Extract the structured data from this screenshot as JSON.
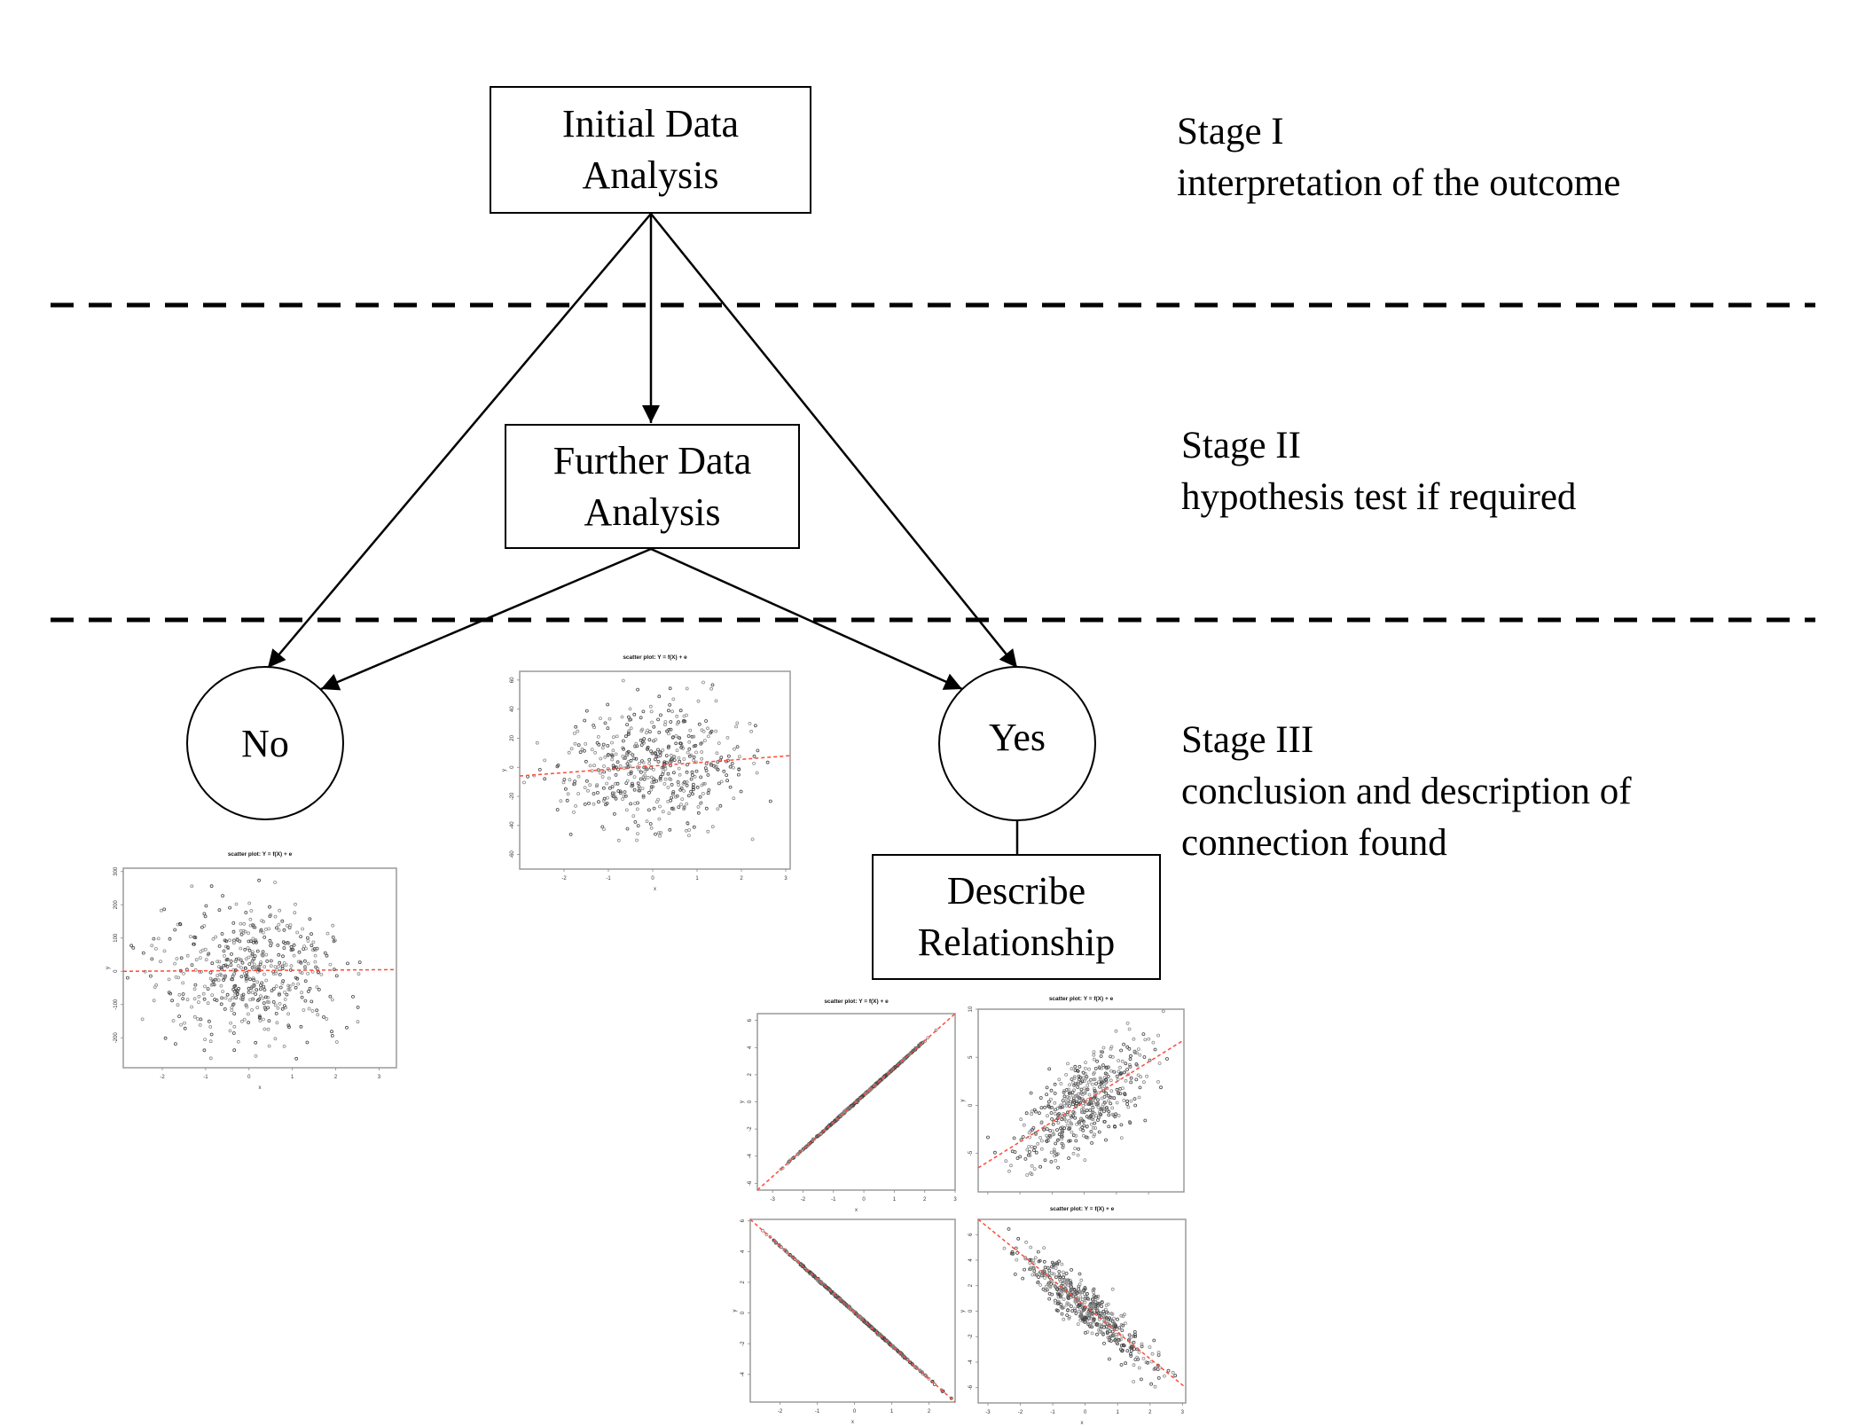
{
  "nodes": {
    "initial": [
      "Initial Data",
      "Analysis"
    ],
    "further": [
      "Further Data",
      "Analysis"
    ],
    "no": "No",
    "yes": "Yes",
    "describe": [
      "Describe",
      "Relationship"
    ]
  },
  "stages": [
    {
      "title": "Stage I",
      "lines": [
        "interpretation of the outcome"
      ]
    },
    {
      "title": "Stage II",
      "lines": [
        "hypothesis test if required"
      ]
    },
    {
      "title": "Stage III",
      "lines": [
        "conclusion and description of",
        "connection found"
      ]
    }
  ],
  "colors": {
    "line": "#000000",
    "trend": "#ff4a3a",
    "points": "#555555"
  },
  "chart_data": [
    {
      "type": "scatter",
      "title": "scatter plot: Y = f(X) + e",
      "xlabel": "x",
      "ylabel": "y",
      "xlim": [
        -3,
        3.1
      ],
      "ylim": [
        -70,
        66
      ],
      "xticks": [
        "-2",
        "-1",
        "0",
        "1",
        "2",
        "3"
      ],
      "yticks": [
        "-60",
        "-40",
        "-20",
        "0",
        "20",
        "40",
        "60"
      ],
      "trend": [
        [
          -3,
          -6
        ],
        [
          3.1,
          8
        ]
      ],
      "noise_sd": 22,
      "n": 500
    },
    {
      "type": "scatter",
      "title": "scatter plot: Y = f(X) + e",
      "xlabel": "x",
      "ylabel": "y",
      "xlim": [
        -2.9,
        3.4
      ],
      "ylim": [
        -290,
        310
      ],
      "xticks": [
        "-2",
        "-1",
        "0",
        "1",
        "2",
        "3"
      ],
      "yticks": [
        "-200",
        "-100",
        "0",
        "100",
        "200",
        "300"
      ],
      "trend": [
        [
          -2.9,
          0
        ],
        [
          3.4,
          5
        ]
      ],
      "noise_sd": 100,
      "n": 500
    },
    {
      "type": "scatter",
      "title": "scatter plot: Y = f(X) + e",
      "xlabel": "x",
      "ylabel": "y",
      "xlim": [
        -3.5,
        3
      ],
      "ylim": [
        -6.5,
        6.5
      ],
      "xticks": [
        "-3",
        "-2",
        "-1",
        "0",
        "1",
        "2",
        "3"
      ],
      "yticks": [
        "-6",
        "-4",
        "-2",
        "0",
        "2",
        "4",
        "6"
      ],
      "trend": [
        [
          -3.5,
          -6.5
        ],
        [
          3,
          6.5
        ]
      ],
      "noise_sd": 0.03,
      "n": 500
    },
    {
      "type": "scatter",
      "title": "scatter plot: Y = f(X) + e",
      "xlabel": "",
      "ylabel": "y",
      "xlim": [
        -3.3,
        3.1
      ],
      "ylim": [
        -9,
        10
      ],
      "xticks": [
        "",
        "",
        "",
        "",
        "",
        ""
      ],
      "yticks": [
        "-5",
        "0",
        "5",
        "10"
      ],
      "trend": [
        [
          -3.3,
          -6.5
        ],
        [
          3.1,
          6.8
        ]
      ],
      "noise_sd": 2.3,
      "n": 500
    },
    {
      "type": "scatter",
      "title": "",
      "xlabel": "x",
      "ylabel": "y",
      "xlim": [
        -2.8,
        2.7
      ],
      "ylim": [
        -5.8,
        6.1
      ],
      "xticks": [
        "-2",
        "-1",
        "0",
        "1",
        "2"
      ],
      "yticks": [
        "-4",
        "-2",
        "0",
        "2",
        "4",
        "6"
      ],
      "trend": [
        [
          -2.8,
          6.1
        ],
        [
          2.7,
          -5.8
        ]
      ],
      "noise_sd": 0.03,
      "n": 500
    },
    {
      "type": "scatter",
      "title": "scatter plot: Y = f(X) + e",
      "xlabel": "x",
      "ylabel": "y",
      "xlim": [
        -3.3,
        3.1
      ],
      "ylim": [
        -7.2,
        7.2
      ],
      "xticks": [
        "-3",
        "-2",
        "-1",
        "0",
        "1",
        "2",
        "3"
      ],
      "yticks": [
        "-6",
        "-4",
        "-2",
        "0",
        "2",
        "4",
        "6"
      ],
      "trend": [
        [
          -3.3,
          7.2
        ],
        [
          3.1,
          -6.0
        ]
      ],
      "noise_sd": 0.9,
      "n": 500
    }
  ]
}
